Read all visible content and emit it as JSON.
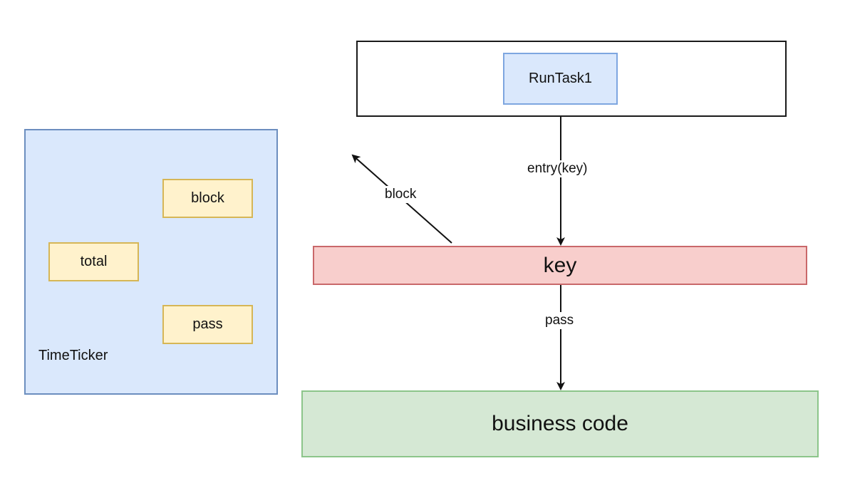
{
  "diagram": {
    "nodes": {
      "runtask": "RunTask1",
      "key": "key",
      "business": "business code",
      "ticker": "TimeTicker",
      "block": "block",
      "total": "total",
      "pass": "pass"
    },
    "edges": {
      "entry": "entry(key)",
      "pass": "pass",
      "block": "block"
    },
    "colors": {
      "blue_fill": "#dae8fc",
      "red_fill": "#f8cecc",
      "green_fill": "#d5e8d4",
      "yellow_fill": "#fff2cc"
    }
  }
}
